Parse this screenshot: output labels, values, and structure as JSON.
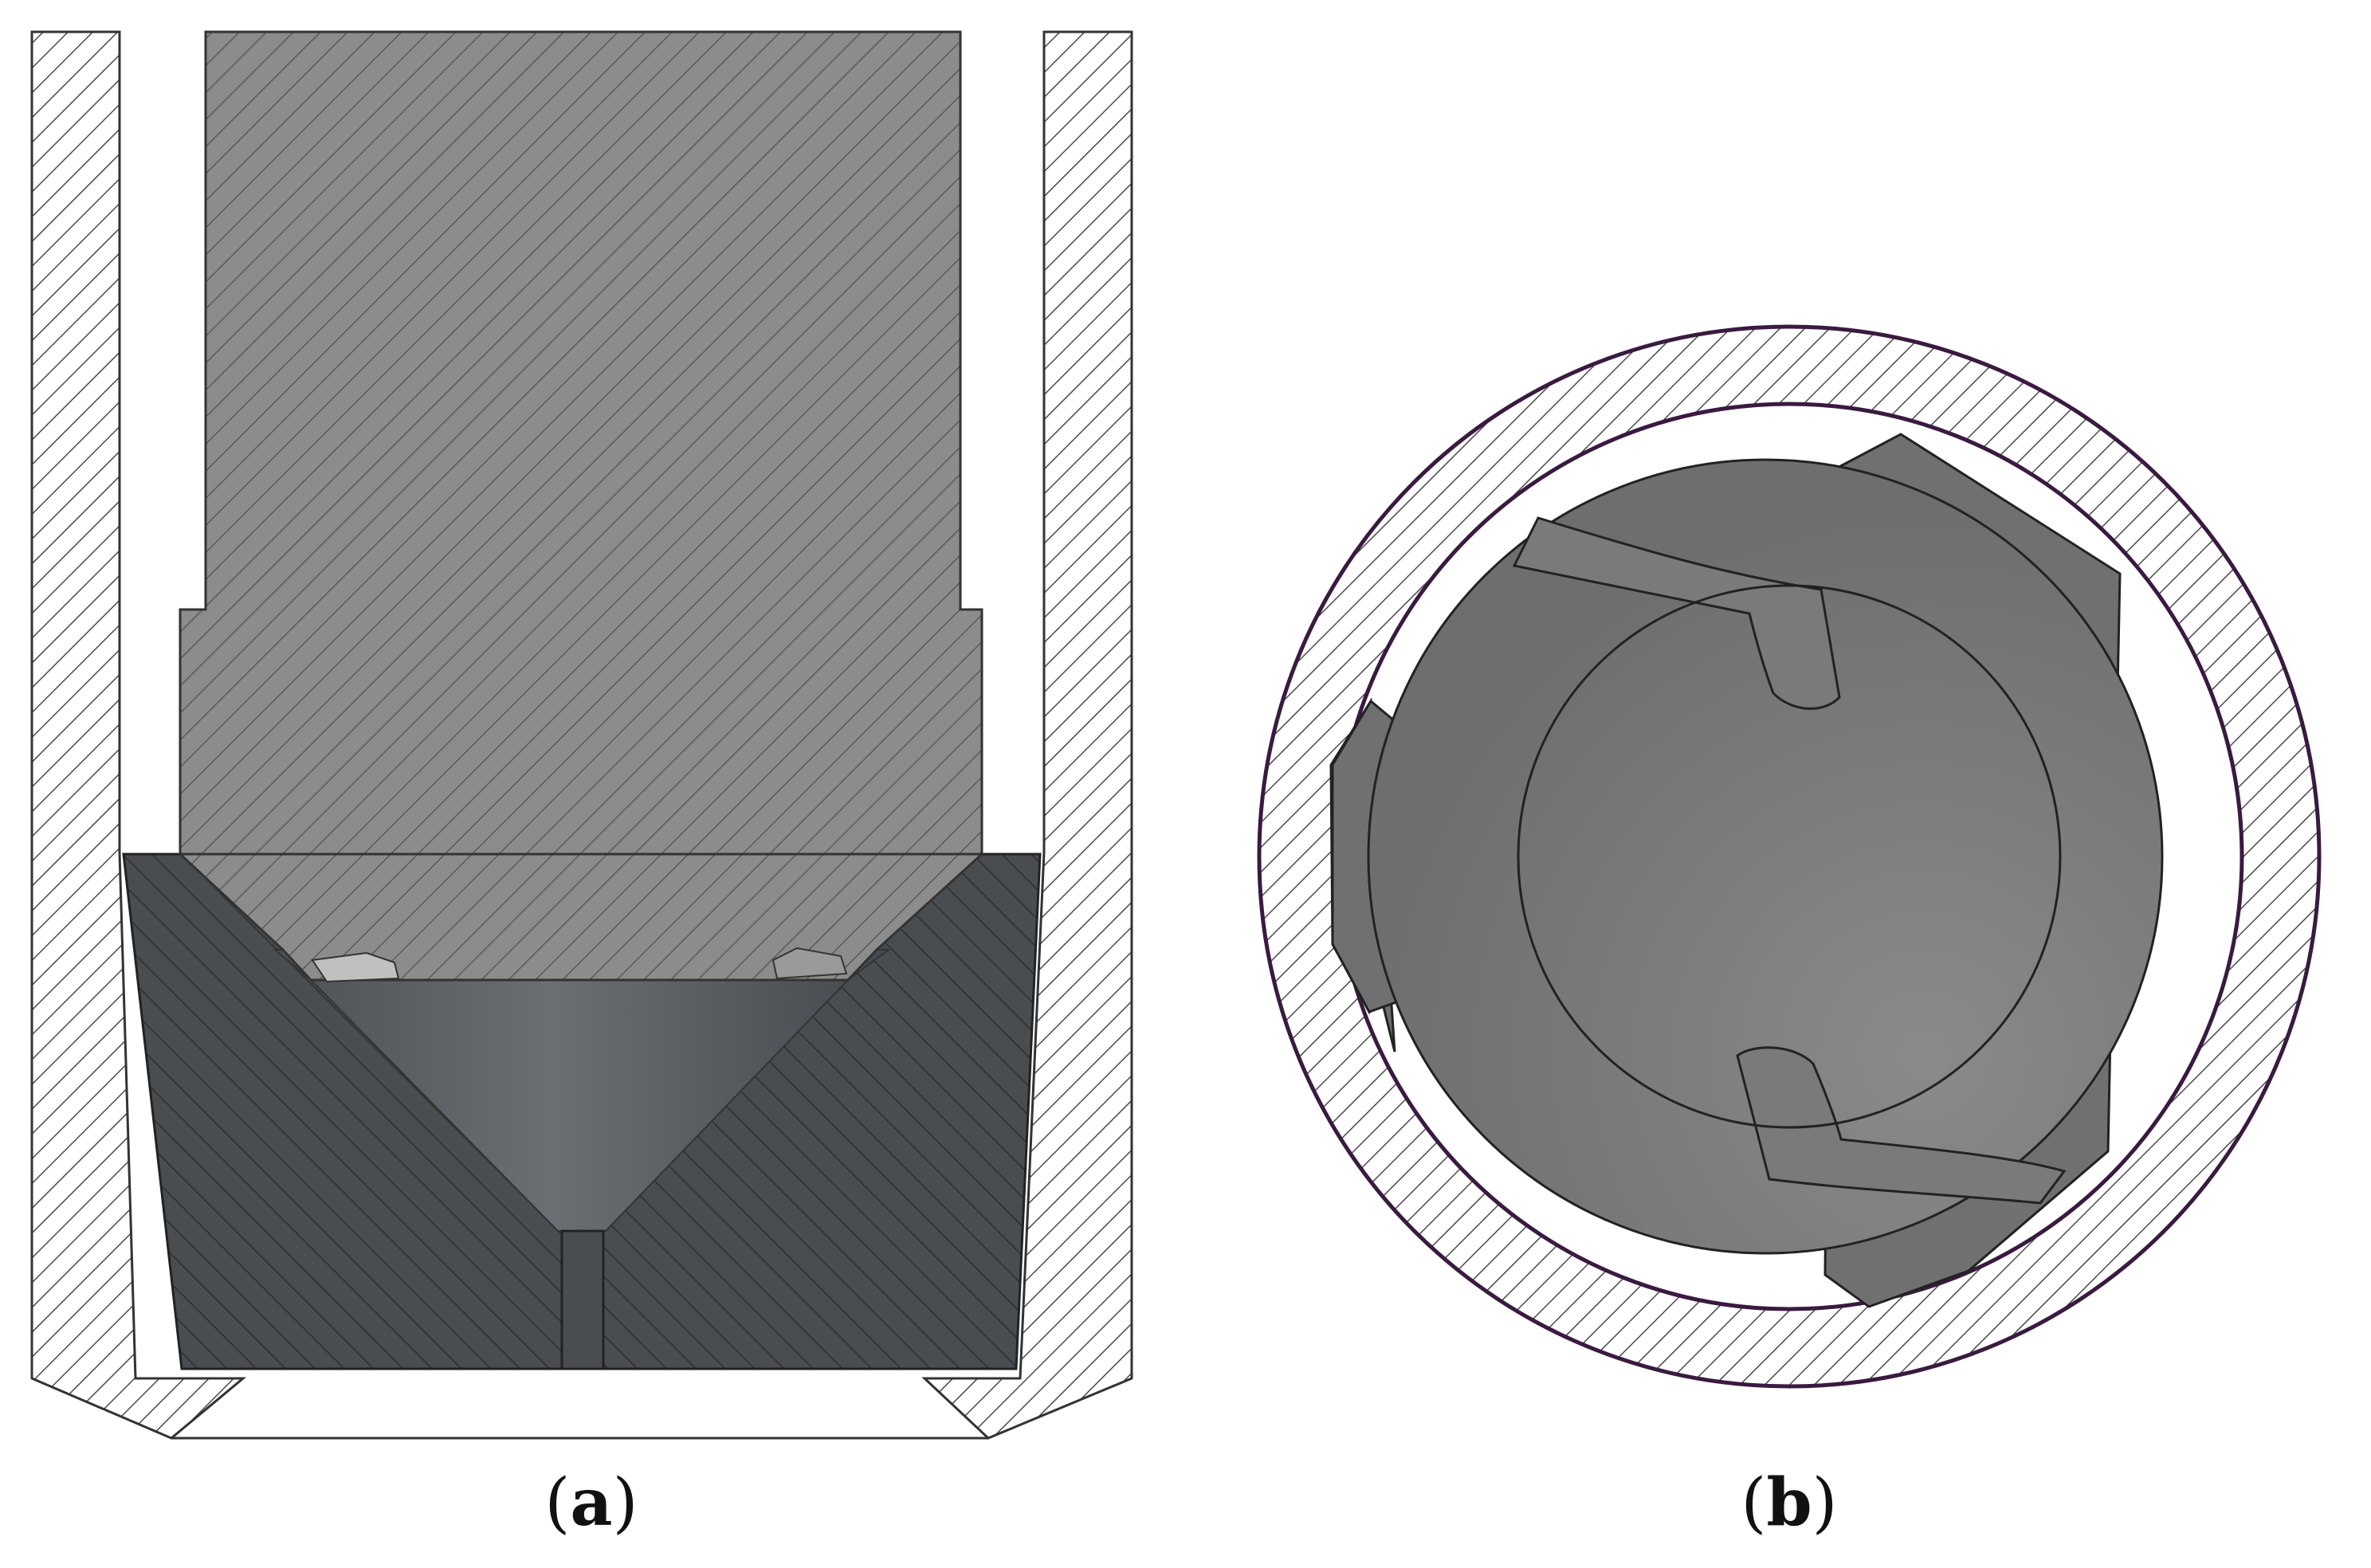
{
  "figure": {
    "panels": [
      {
        "id": "a",
        "caption_open": "(",
        "caption_letter": "a",
        "caption_close": ")"
      },
      {
        "id": "b",
        "caption_open": "(",
        "caption_letter": "b",
        "caption_close": ")"
      }
    ],
    "colors": {
      "outline": "#333333",
      "hatch_light": "#4a4a4a",
      "piston_fill": "#8c8c8c",
      "seat_fill": "#4a4d50",
      "cone_fill": "#5b5e62",
      "disc_fill": "#707070",
      "ring_outline": "#3a1a40",
      "background": "#ffffff"
    }
  }
}
